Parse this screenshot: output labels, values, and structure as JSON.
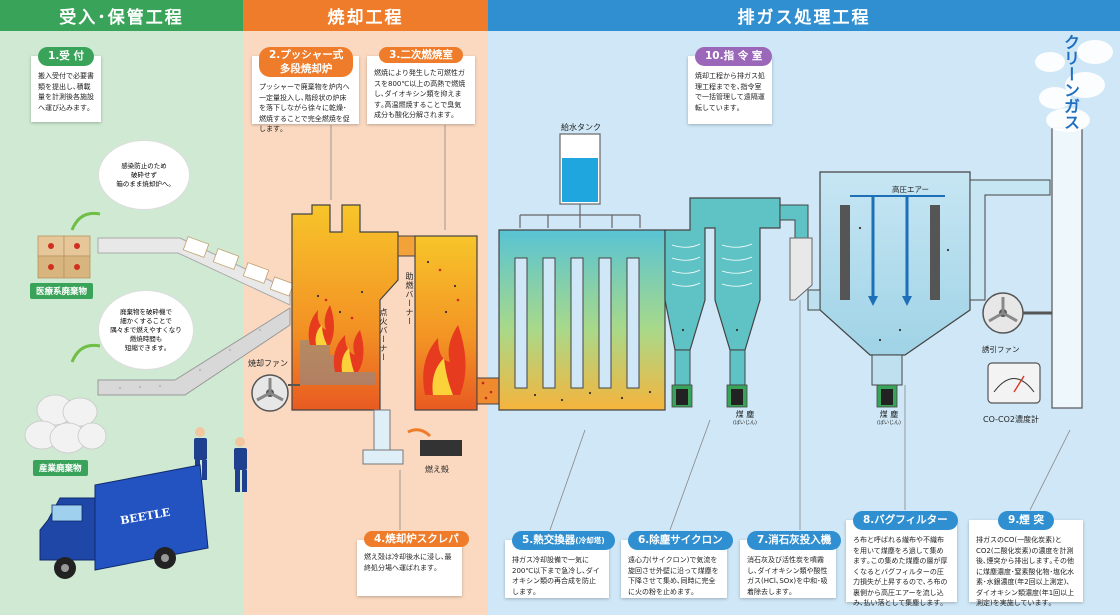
{
  "headers": {
    "zone1": "受入･保管工程",
    "zone2": "焼却工程",
    "zone3": "排ガス処理工程"
  },
  "steps": [
    {
      "label": "1.受 付",
      "text": "搬入受付で必要書類を提出し､積載量を計測後各施設へ運び込みます｡"
    },
    {
      "label": "2.プッシャー式\n多段焼却炉",
      "text": "プッシャーで廃棄物を炉内へ一定量投入し､階段状の炉床を落下しながら徐々に乾燥･燃焼することで完全燃焼を促します｡"
    },
    {
      "label": "3.二次燃焼室",
      "text": "燃焼により発生した可燃性ガスを800℃以上の高熱で燃焼し､ダイオキシン類を抑えます｡高温燃焼することで臭気成分も酸化分解されます｡"
    },
    {
      "label": "4.焼却炉スクレパ",
      "text": "燃え殻は冷却後水に浸し､最終処分場へ運ばれます｡"
    },
    {
      "label": "5.熱交換器",
      "label_sub": "(冷却塔)",
      "text": "排ガス冷却設備で一気に200℃以下まで急冷し､ダイオキシン類の再合成を防止します｡"
    },
    {
      "label": "6.除塵サイクロン",
      "text": "遠心力(サイクロン)で気流を旋回させ外壁に沿って煤塵を下降させて集め､同時に完全に火の粉を止めます｡"
    },
    {
      "label": "7.消石灰投入機",
      "text": "消石灰及び活性炭を噴霧し､ダイオキシン類や酸性ガス(HCl､SOx)を中和･吸着除去します｡"
    },
    {
      "label": "8.バグフィルター",
      "text": "ろ布と呼ばれる繊布や不織布を用いて煤塵をろ過して集めます｡この集めた煤塵の層が厚くなるとバグフィルターの圧力損失が上昇するので､ろ布の裏側から高圧エアーを流し込み､払い落として集塵します｡"
    },
    {
      "label": "9.煙 突",
      "text": "排ガスのCO(一酸化炭素)とCO2(二酸化炭素)の濃度を計測後､煙突から排出します｡その他に煤塵濃度･窒素酸化物･塩化水素･水銀濃度(年2回以上測定)､ダイオキシン類濃度(年1回以上測定)を実施しています｡"
    },
    {
      "label": "10.指 令 室",
      "text": "焼却工程から排ガス処理工程までを､指令室で一括管理して遠隔運転しています｡"
    }
  ],
  "bubbles": [
    {
      "text": "感染防止のため\n破砕せず\n箱のまま焼却炉へ｡"
    },
    {
      "text": "廃棄物を破砕機で\n細かくすることで\n隅々まで燃えやすくなり\n燃焼時間も\n短縮できます｡"
    }
  ],
  "labels": {
    "medical_waste": "医療系廃棄物",
    "industrial_waste": "産業廃棄物",
    "incineration_fan": "焼却ファン",
    "ignition_burner": "点火バーナー",
    "aux_burner": "助燃バーナー",
    "ash": "燃え殻",
    "water_tank": "給水タンク",
    "dust1": "煤 塵",
    "dust1_sub": "(ばいじん)",
    "dust2": "煤 塵",
    "dust2_sub": "(ばいじん)",
    "high_pressure_air": "高圧エアー",
    "induced_fan": "誘引ファン",
    "co_meter": "CO-CO2濃度計",
    "clean_gas": "クリーンガス",
    "truck_brand": "BEETLE"
  },
  "colors": {
    "green": "#3aa35a",
    "orange": "#ee7c2a",
    "blue": "#2f8fd0",
    "purple": "#9b67b8"
  }
}
